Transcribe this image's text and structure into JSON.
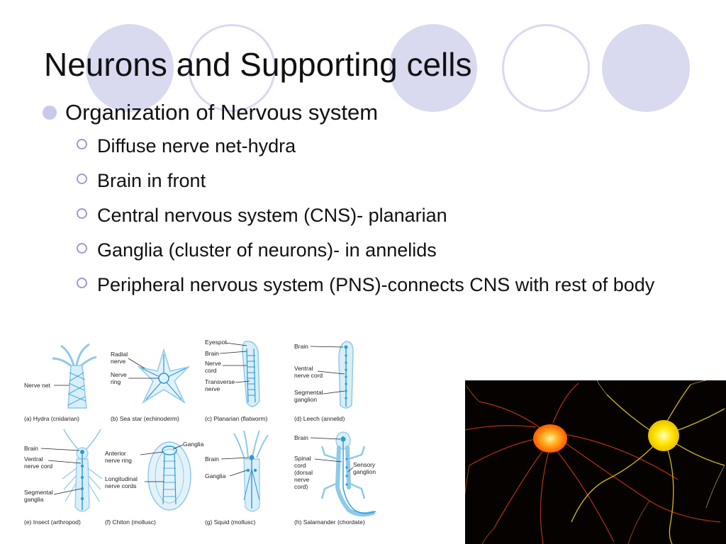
{
  "slide": {
    "title": "Neurons and Supporting cells",
    "bullet": "Organization of Nervous system",
    "sub_bullets": [
      "Diffuse nerve net-hydra",
      "Brain in front",
      "Central nervous system (CNS)- planarian",
      "Ganglia (cluster of neurons)- in annelids",
      "Peripheral nervous system (PNS)-connects CNS with rest of body"
    ]
  },
  "figure": {
    "panels": [
      "(a) Hydra (cnidarian)",
      "(b) Sea star (echinoderm)",
      "(c) Planarian (flatworm)",
      "(d) Leech (annelid)",
      "(e) Insect (arthropod)",
      "(f) Chiton (mollusc)",
      "(g) Squid (mollusc)",
      "(h) Salamander (chordate)"
    ],
    "annotations": {
      "nerve_net": "Nerve net",
      "radial_nerve": [
        "Radial",
        "nerve"
      ],
      "nerve_ring": [
        "Nerve",
        "ring"
      ],
      "eyespot": "Eyespot",
      "planarian_brain": "Brain",
      "planarian_nerve_cord": [
        "Nerve",
        "cord"
      ],
      "transverse_nerve": [
        "Transverse",
        "nerve"
      ],
      "leech_brain": "Brain",
      "ventral_nerve_cord": [
        "Ventral",
        "nerve cord"
      ],
      "segmental_ganglion": [
        "Segmental",
        "ganglion"
      ],
      "insect_brain": "Brain",
      "insect_ventral_cord": [
        "Ventral",
        "nerve cord"
      ],
      "segmental_ganglia": [
        "Segmental",
        "ganglia"
      ],
      "anterior_nerve_ring": [
        "Anterior",
        "nerve ring"
      ],
      "chiton_ganglia": "Ganglia",
      "longitudinal_nerve_cords": [
        "Longitudinal",
        "nerve cords"
      ],
      "squid_brain": "Brain",
      "squid_ganglia": "Ganglia",
      "salamander_brain": "Brain",
      "spinal_cord": [
        "Spinal",
        "cord",
        "(dorsal",
        "nerve",
        "cord)"
      ],
      "sensory_ganglion": [
        "Sensory",
        "ganglion"
      ]
    }
  },
  "colors": {
    "decor_circle": "#d9d9f0",
    "bullet": "#c9c9ec",
    "nerve": "#2a9bd6",
    "body_outline": "#8ec9ea"
  }
}
